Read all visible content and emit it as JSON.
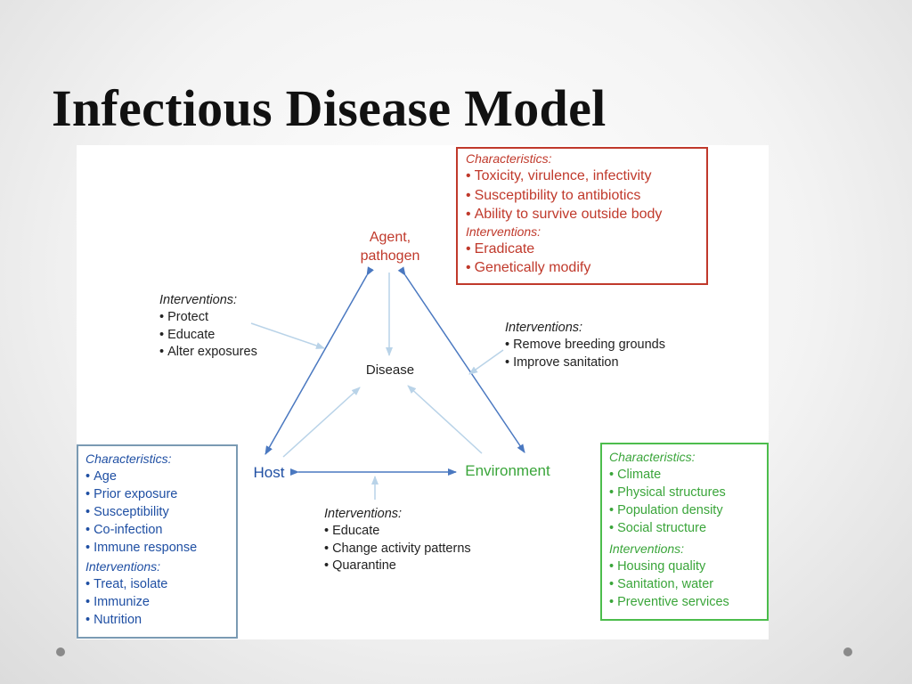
{
  "title": "Infectious Disease Model",
  "nodes": {
    "agent_line1": "Agent,",
    "agent_line2": "pathogen",
    "disease": "Disease",
    "host": "Host",
    "environment": "Environment"
  },
  "agent_box": {
    "characteristics_heading": "Characteristics:",
    "characteristics": [
      "Toxicity, virulence, infectivity",
      "Susceptibility to antibiotics",
      "Ability to survive outside body"
    ],
    "interventions_heading": "Interventions:",
    "interventions": [
      "Eradicate",
      "Genetically modify"
    ]
  },
  "agent_host_interventions": {
    "heading": "Interventions:",
    "items": [
      "Protect",
      "Educate",
      "Alter exposures"
    ]
  },
  "agent_env_interventions": {
    "heading": "Interventions:",
    "items": [
      "Remove breeding grounds",
      "Improve sanitation"
    ]
  },
  "host_env_interventions": {
    "heading": "Interventions:",
    "items": [
      "Educate",
      "Change activity patterns",
      "Quarantine"
    ]
  },
  "host_box": {
    "characteristics_heading": "Characteristics:",
    "characteristics": [
      "Age",
      "Prior exposure",
      "Susceptibility",
      "Co-infection",
      "Immune response"
    ],
    "interventions_heading": "Interventions:",
    "interventions": [
      "Treat, isolate",
      "Immunize",
      "Nutrition"
    ]
  },
  "environment_box": {
    "characteristics_heading": "Characteristics:",
    "characteristics": [
      "Climate",
      "Physical structures",
      "Population density",
      "Social structure"
    ],
    "interventions_heading": "Interventions:",
    "interventions": [
      "Housing quality",
      "Sanitation, water",
      "Preventive services"
    ]
  },
  "colors": {
    "agent": "#c0392b",
    "host": "#1f4fa3",
    "environment": "#3aa53a",
    "arrow_dark": "#4a78c0",
    "arrow_light": "#b9d3e8"
  }
}
